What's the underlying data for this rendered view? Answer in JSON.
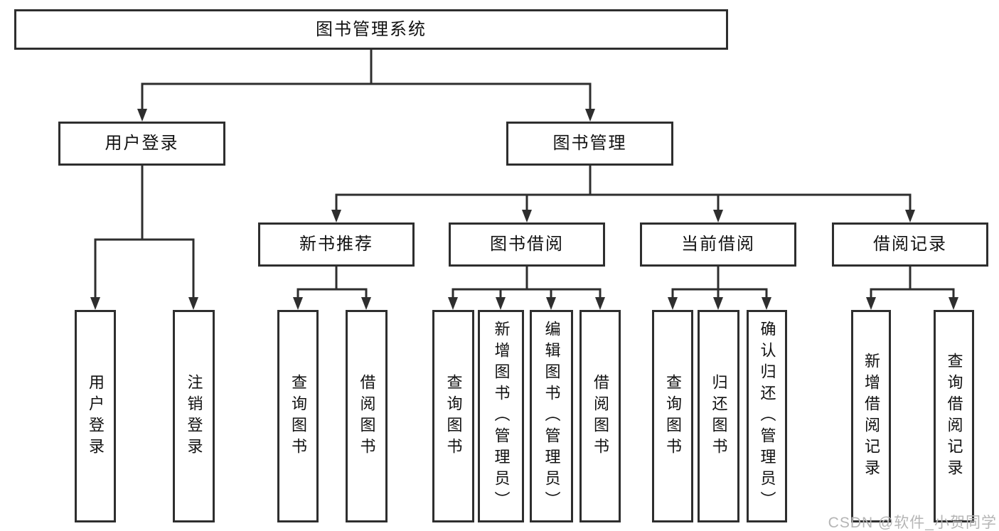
{
  "diagram": {
    "root": {
      "label": "图书管理系统"
    },
    "level2": [
      {
        "label": "用户登录"
      },
      {
        "label": "图书管理"
      }
    ],
    "level3": [
      {
        "label": "新书推荐"
      },
      {
        "label": "图书借阅"
      },
      {
        "label": "当前借阅"
      },
      {
        "label": "借阅记录"
      }
    ],
    "leaves": {
      "user": [
        {
          "label": "用户登录"
        },
        {
          "label": "注销登录"
        }
      ],
      "recommend": [
        {
          "label": "查询图书"
        },
        {
          "label": "借阅图书"
        }
      ],
      "borrow": [
        {
          "label": "查询图书"
        },
        {
          "label": "新增图书（管理员）"
        },
        {
          "label": "编辑图书（管理员）"
        },
        {
          "label": "借阅图书"
        }
      ],
      "current": [
        {
          "label": "查询图书"
        },
        {
          "label": "归还图书"
        },
        {
          "label": "确认归还（管理员）"
        }
      ],
      "records": [
        {
          "label": "新增借阅记录"
        },
        {
          "label": "查询借阅记录"
        }
      ]
    },
    "watermark": "CSDN @软件_小贺同学",
    "colors": {
      "line": "#2e2e2e",
      "text": "#111111",
      "background": "#ffffff",
      "watermark": "#b5b5b5"
    }
  }
}
